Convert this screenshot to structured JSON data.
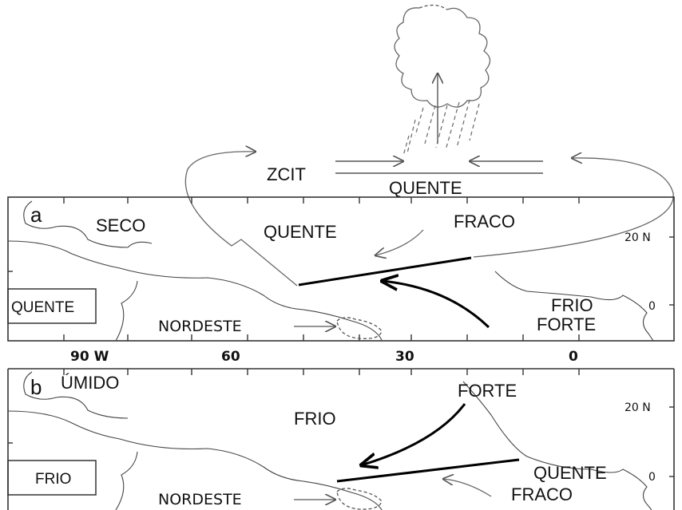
{
  "cell": {
    "label": "ZCIT",
    "surface": "QUENTE"
  },
  "panel_a": {
    "letter": "a",
    "dry": "SECO",
    "warm_north": "QUENTE",
    "weak": "FRACO",
    "cold": "FRIO",
    "strong": "FORTE",
    "box": "QUENTE",
    "region": "NORDESTE",
    "lat_20": "20 N",
    "lat_0": "0"
  },
  "longitudes": [
    "90 W",
    "60",
    "30",
    "0"
  ],
  "panel_b": {
    "letter": "b",
    "humid": "ÚMIDO",
    "strong": "FORTE",
    "cold_north": "FRIO",
    "warm": "QUENTE",
    "weak": "FRACO",
    "box": "FRIO",
    "region": "NORDESTE",
    "lat_20": "20 N",
    "lat_0": "0"
  }
}
